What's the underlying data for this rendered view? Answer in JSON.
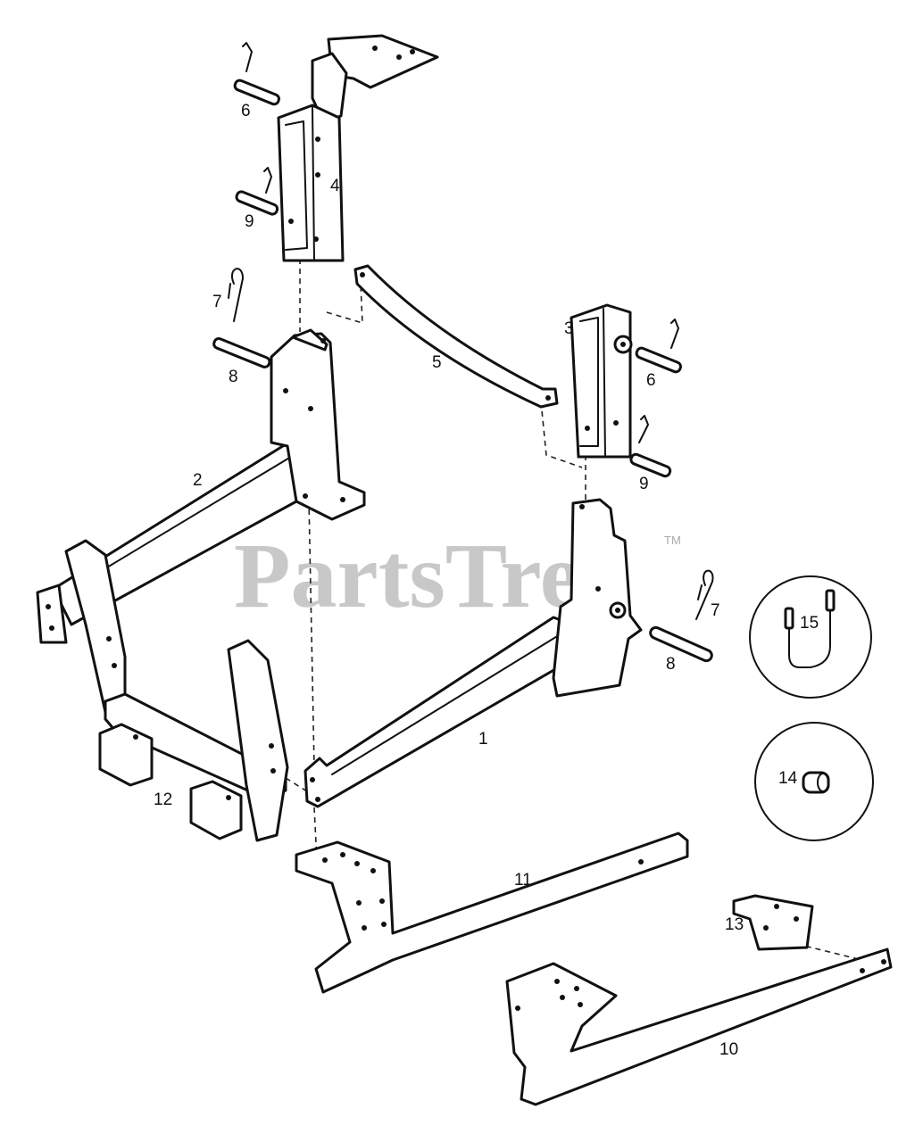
{
  "watermark": {
    "text": "PartsTree",
    "trademark": "TM"
  },
  "callouts": {
    "c1": "1",
    "c2": "2",
    "c3": "3",
    "c4": "4",
    "c5": "5",
    "c6a": "6",
    "c6b": "6",
    "c7a": "7",
    "c7b": "7",
    "c8a": "8",
    "c8b": "8",
    "c9a": "9",
    "c9b": "9",
    "c10": "10",
    "c11": "11",
    "c12": "12",
    "c13": "13",
    "c14": "14",
    "c15": "15"
  }
}
